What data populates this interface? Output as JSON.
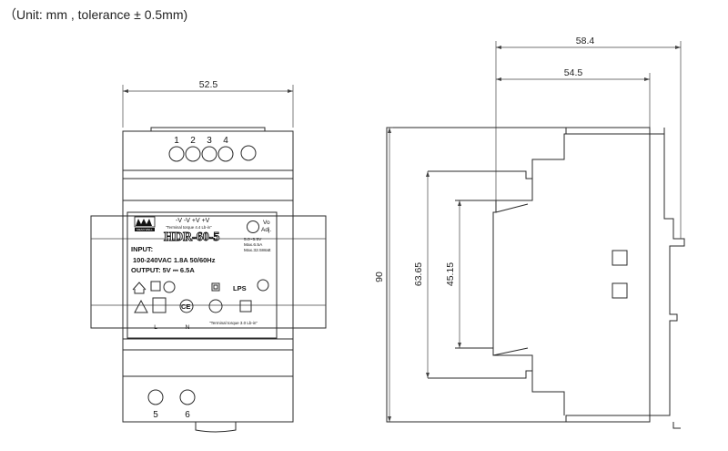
{
  "caption": "（Unit: mm , tolerance ± 0.5mm)",
  "dimensions": {
    "front_width": "52.5",
    "side_depth_total": "58.4",
    "side_depth_body": "54.5",
    "height_total": "90",
    "height_mid": "63.65",
    "height_inner": "45.15"
  },
  "terminals": {
    "top": [
      "1",
      "2",
      "3",
      "4"
    ],
    "bottom": [
      "5",
      "6"
    ]
  },
  "label": {
    "brand": "MEAN WELL",
    "model": "HDR-60-5",
    "pins": "-V  -V  +V  +V",
    "torque_top": "\"Terminal torque 4.4 Lb-in\"",
    "vo_adj_1": "Vo",
    "vo_adj_2": "Adj.",
    "range_1": "5.0~5.5V",
    "range_2": "Max.6.5A",
    "range_3": "Max.32.5Watt",
    "input_title": "INPUT:",
    "input_value": "100-240VAC  1.8A  50/60Hz",
    "output_line": "OUTPUT: 5V ⎓ 6.5A",
    "lps": "LPS",
    "ce": "CE",
    "torque_bottom": "\"Terminal torque 3.0 Lb-in\"",
    "l": "L",
    "n": "N"
  }
}
